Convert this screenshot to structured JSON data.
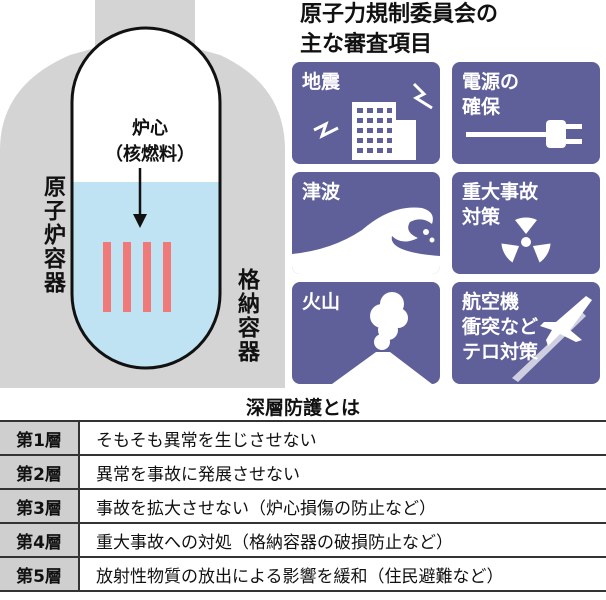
{
  "diagram": {
    "containment_label": "格納容器",
    "vessel_label": "原子炉容器",
    "core_label_line1": "炉心",
    "core_label_line2": "（核燃料）"
  },
  "panel": {
    "title_line1": "原子力規制委員会の",
    "title_line2": "主な審査項目",
    "items": [
      {
        "label": "地震",
        "icon": "earthquake-building-icon"
      },
      {
        "label": "電源の\n確保",
        "icon": "power-plug-icon"
      },
      {
        "label": "津波",
        "icon": "tsunami-wave-icon"
      },
      {
        "label": "重大事故\n対策",
        "icon": "radiation-icon"
      },
      {
        "label": "火山",
        "icon": "volcano-icon"
      },
      {
        "label": "航空機\n衝突など\nテロ対策",
        "icon": "airplane-icon"
      }
    ],
    "colors": {
      "tile": "#5f5f99",
      "icon": "#ffffff"
    }
  },
  "defense": {
    "title": "深層防護とは",
    "rows": [
      {
        "layer": "第1層",
        "desc": "そもそも異常を生じさせない"
      },
      {
        "layer": "第2層",
        "desc": "異常を事故に発展させない"
      },
      {
        "layer": "第3層",
        "desc": "事故を拡大させない（炉心損傷の防止など）"
      },
      {
        "layer": "第4層",
        "desc": "重大事故への対処（格納容器の破損防止など）"
      },
      {
        "layer": "第5層",
        "desc": "放射性物質の放出による影響を緩和（住民避難など）"
      }
    ]
  },
  "colors": {
    "containment": "#d4d4d4",
    "water": "#bfe3f2",
    "fuel": "#f07a7a"
  }
}
